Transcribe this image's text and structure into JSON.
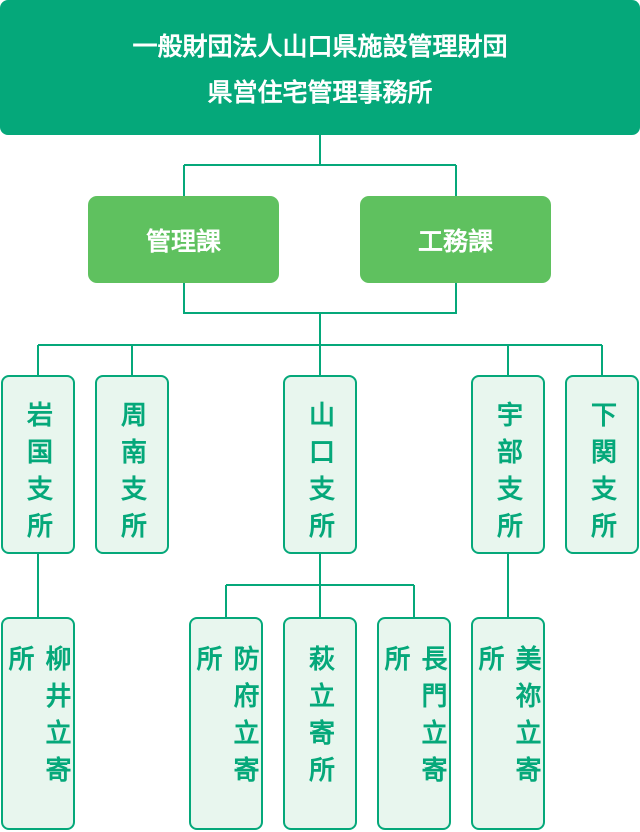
{
  "organization": {
    "line1": "一般財団法人山口県施設管理財団",
    "line2": "県営住宅管理事務所"
  },
  "sections": [
    "管理課",
    "工務課"
  ],
  "branches": [
    "岩国支所",
    "周南支所",
    "山口支所",
    "宇部支所",
    "下関支所"
  ],
  "sub_offices": [
    "柳井立寄所",
    "防府立寄所",
    "萩立寄所",
    "長門立寄所",
    "美祢立寄所"
  ],
  "colors": {
    "primary": "#05a87a",
    "secondary": "#5fc15f",
    "box_fill": "#e8f6ee"
  }
}
